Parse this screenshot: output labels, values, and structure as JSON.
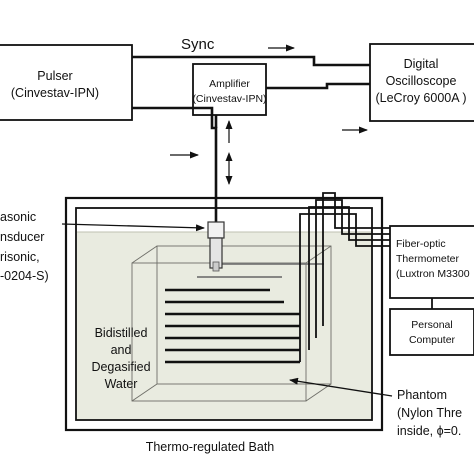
{
  "sync_label": "Sync",
  "pulser": {
    "line1": "Pulser",
    "line2": "(Cinvestav-IPN)"
  },
  "amplifier": {
    "line1": "Amplifier",
    "line2": "(Cinvestav-IPN)"
  },
  "oscilloscope": {
    "line1": "Digital",
    "line2": "Oscilloscope",
    "line3": "(LeCroy 6000A )"
  },
  "thermometer": {
    "line1": "Fiber-optic",
    "line2": "Thermometer",
    "line3": "(Luxtron M3300"
  },
  "computer": {
    "line1": "Personal",
    "line2": "Computer"
  },
  "transducer": {
    "line1": "asonic",
    "line2": "nsducer",
    "line3": "risonic,",
    "line4": "-0204-S)"
  },
  "water": {
    "line1": "Bidistilled",
    "line2": "and",
    "line3": "Degasified",
    "line4": "Water"
  },
  "phantom": {
    "line1": "Phantom",
    "line2": "(Nylon Thre",
    "line3": "inside, ϕ=0."
  },
  "bath_label": "Thermo-regulated Bath",
  "colors": {
    "water": "#e9ebe0",
    "line": "#111111"
  }
}
